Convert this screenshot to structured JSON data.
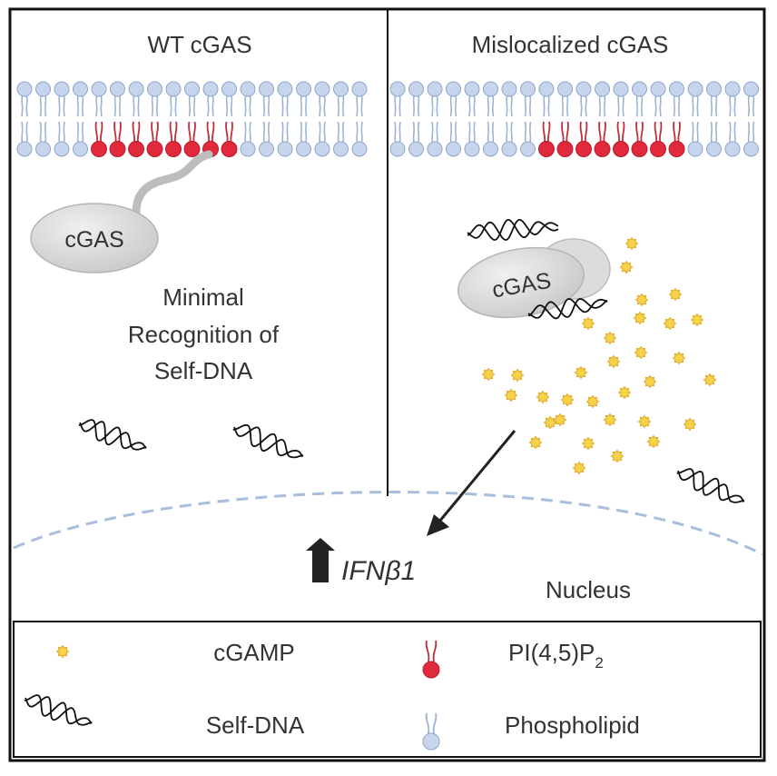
{
  "panels": {
    "left": {
      "title": "WT cGAS",
      "enzyme": "cGAS",
      "caption": [
        "Minimal",
        "Recognition of",
        "Self-DNA"
      ]
    },
    "right": {
      "title": "Mislocalized cGAS",
      "enzyme": "cGAS"
    }
  },
  "nucleus": {
    "label": "Nucleus",
    "gene": "IFNβ1"
  },
  "legend": {
    "cgamp": "cGAMP",
    "self_dna": "Self-DNA",
    "pip2_base": "PI(4,5)P",
    "pip2_sub": "2",
    "phospholipid": "Phospholipid"
  },
  "colors": {
    "phospholipid_head": "#c6d5ec",
    "phospholipid_stroke": "#8ea6cc",
    "pip2_head": "#e0293a",
    "cgamp": "#f6d24a",
    "cgamp_stroke": "#e0a92a",
    "nucleus_line": "#a9bedc",
    "enzyme_fill": "#d6d6d6",
    "frame": "#111111"
  },
  "icons": {
    "membrane": "lipid-bilayer",
    "dna": "double-helix",
    "metabolite": "star-burst",
    "arrow": "up-arrow"
  }
}
